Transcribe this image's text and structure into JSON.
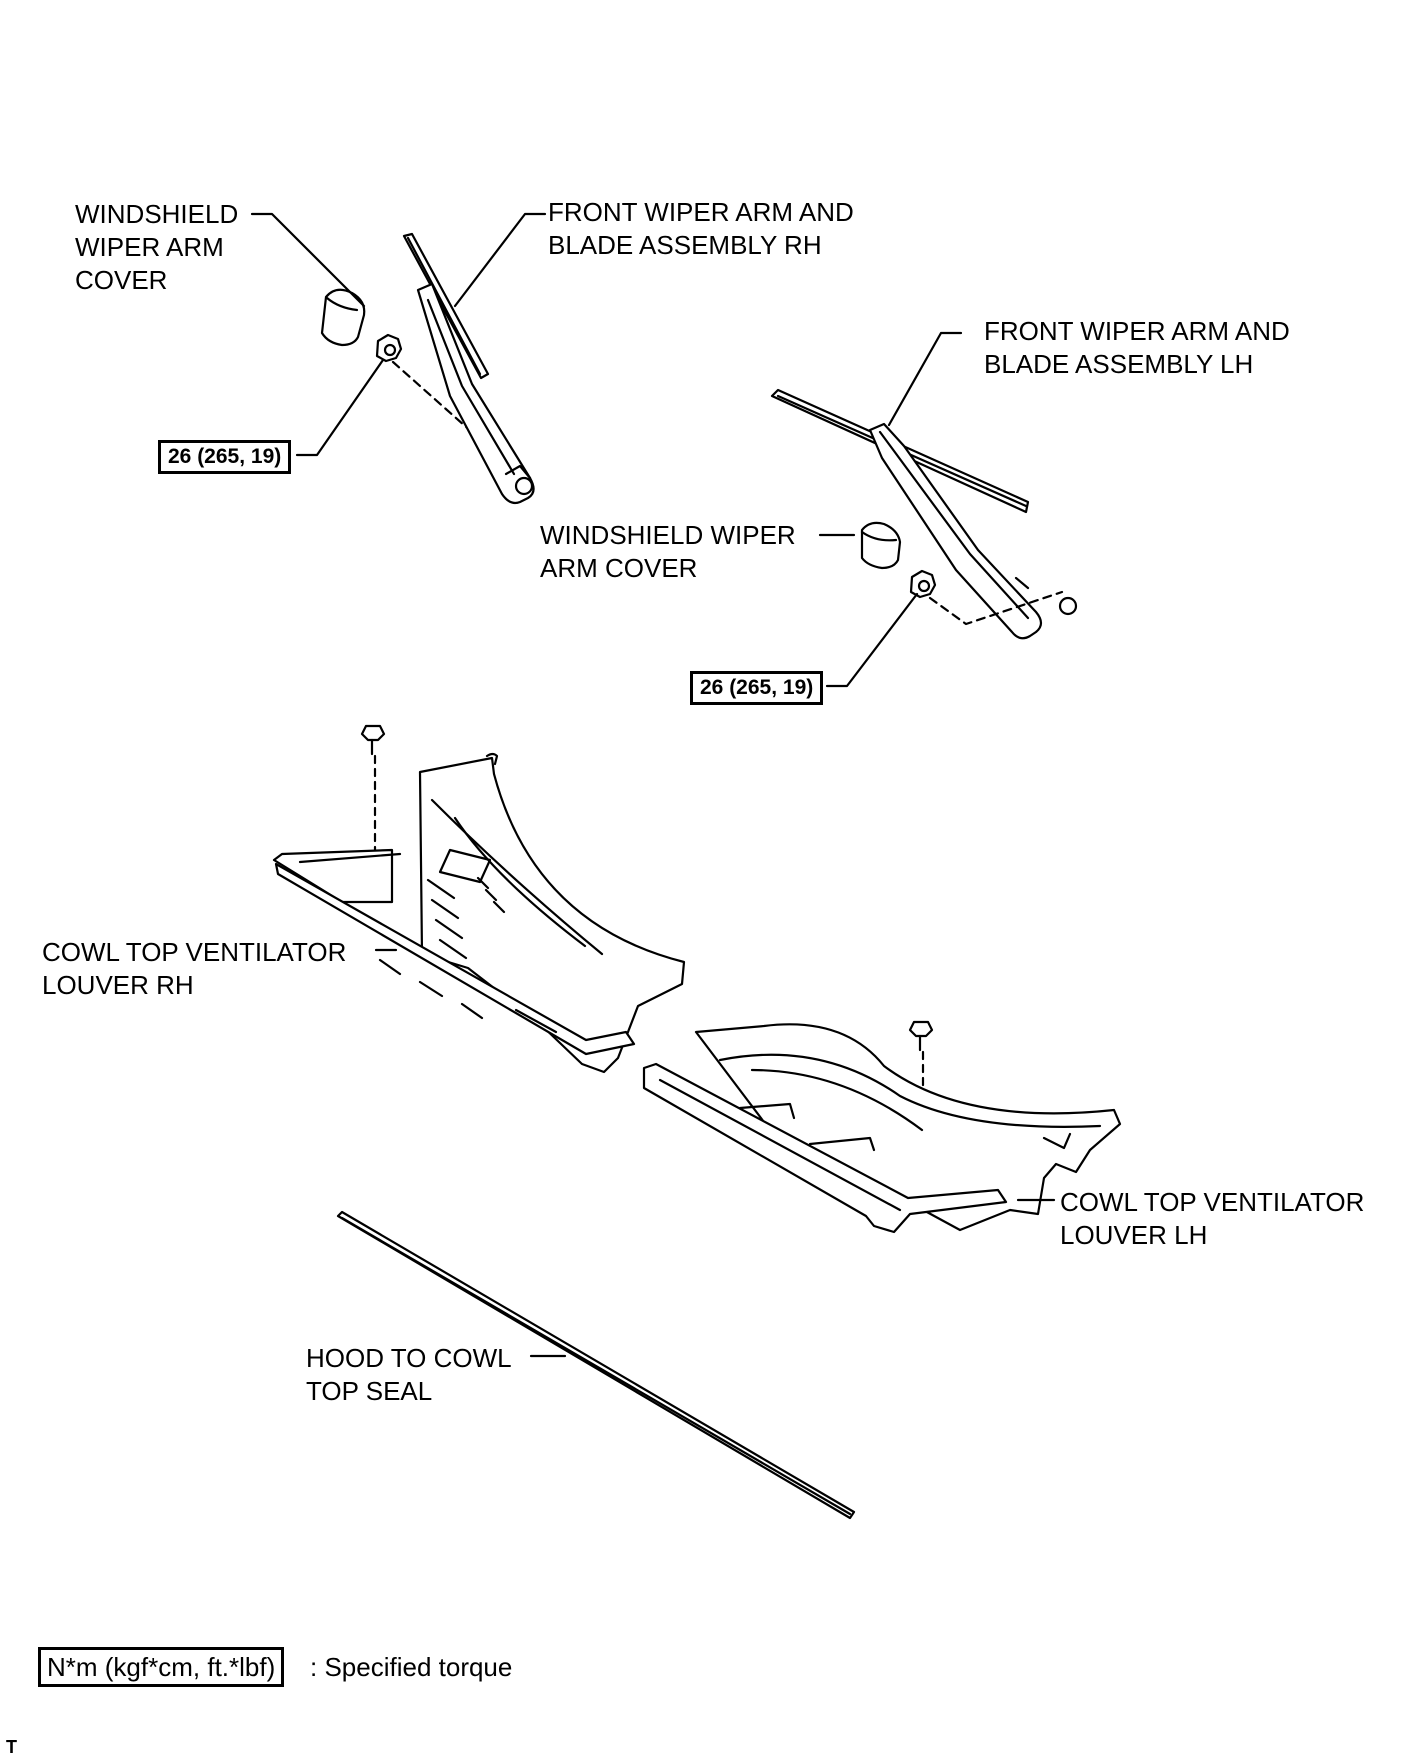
{
  "labels": {
    "wiper_arm_cover_rh": [
      "WINDSHIELD",
      "WIPER ARM",
      "COVER"
    ],
    "wiper_arm_rh": [
      "FRONT WIPER ARM AND",
      "BLADE ASSEMBLY RH"
    ],
    "wiper_arm_lh": [
      "FRONT WIPER ARM AND",
      "BLADE ASSEMBLY LH"
    ],
    "wiper_arm_cover_lh": [
      "WINDSHIELD WIPER",
      "ARM COVER"
    ],
    "cowl_louver_rh": [
      "COWL TOP VENTILATOR",
      "LOUVER RH"
    ],
    "cowl_louver_lh": [
      "COWL TOP VENTILATOR",
      "LOUVER LH"
    ],
    "hood_seal": [
      "HOOD TO COWL",
      "TOP SEAL"
    ]
  },
  "torque": {
    "rh_nut": "26 (265, 19)",
    "lh_nut": "26 (265, 19)"
  },
  "legend": {
    "unit_box": "N*m (kgf*cm, ft.*lbf)",
    "description": ": Specified torque"
  },
  "figure_id": "T"
}
